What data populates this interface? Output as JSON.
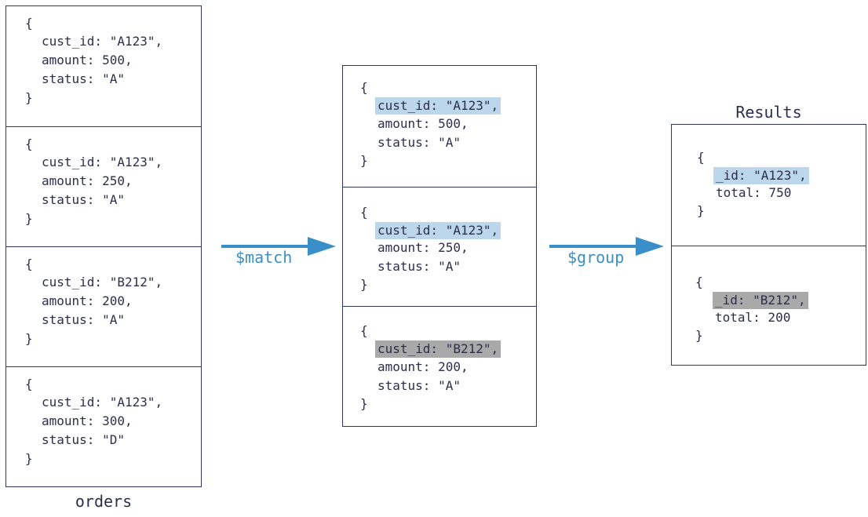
{
  "orders": {
    "caption": "orders",
    "docs": [
      {
        "open": "{",
        "lines": [
          "cust_id: \"A123\",",
          "amount: 500,",
          "status: \"A\""
        ],
        "close": "}"
      },
      {
        "open": "{",
        "lines": [
          "cust_id: \"A123\",",
          "amount: 250,",
          "status: \"A\""
        ],
        "close": "}"
      },
      {
        "open": "{",
        "lines": [
          "cust_id: \"B212\",",
          "amount: 200,",
          "status: \"A\""
        ],
        "close": "}"
      },
      {
        "open": "{",
        "lines": [
          "cust_id: \"A123\",",
          "amount: 300,",
          "status: \"D\""
        ],
        "close": "}"
      }
    ]
  },
  "match_label": "$match",
  "group_label": "$group",
  "matched": {
    "docs": [
      {
        "open": "{",
        "lines": [
          "cust_id: \"A123\",",
          "amount: 500,",
          "status: \"A\""
        ],
        "close": "}",
        "highlight": "blue"
      },
      {
        "open": "{",
        "lines": [
          "cust_id: \"A123\",",
          "amount: 250,",
          "status: \"A\""
        ],
        "close": "}",
        "highlight": "blue"
      },
      {
        "open": "{",
        "lines": [
          "cust_id: \"B212\",",
          "amount: 200,",
          "status: \"A\""
        ],
        "close": "}",
        "highlight": "gray"
      }
    ]
  },
  "results": {
    "caption": "Results",
    "docs": [
      {
        "open": "{",
        "lines": [
          "_id: \"A123\",",
          "total: 750"
        ],
        "close": "}",
        "highlight": "blue"
      },
      {
        "open": "{",
        "lines": [
          "_id: \"B212\",",
          "total: 200"
        ],
        "close": "}",
        "highlight": "gray"
      }
    ]
  },
  "colors": {
    "border": "#2f3560",
    "text": "#2b2f4e",
    "arrow": "#3a8fc8",
    "highlight_blue": "#bcd7ec",
    "highlight_gray": "#a9a9a9"
  }
}
